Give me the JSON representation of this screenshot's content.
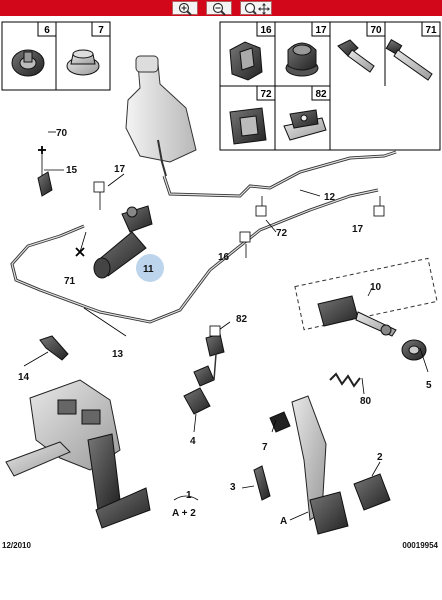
{
  "toolbar": {
    "accent_color": "#d2081a",
    "buttons": [
      {
        "icon": "zoom-in-icon"
      },
      {
        "icon": "zoom-out-icon"
      },
      {
        "icon": "zoom-pan-icon"
      }
    ]
  },
  "inset_left": {
    "labels": [
      "6",
      "7"
    ]
  },
  "inset_right": {
    "labels": [
      "16",
      "17",
      "70",
      "71",
      "72",
      "82"
    ]
  },
  "callouts": {
    "c70": "70",
    "c15": "15",
    "c17a": "17",
    "c12": "12",
    "c17b": "17",
    "c72": "72",
    "c16": "16",
    "c71": "71",
    "c11": "11",
    "c10": "10",
    "c13": "13",
    "c82": "82",
    "c14": "14",
    "c5": "5",
    "c80": "80",
    "c4": "4",
    "c7": "7",
    "c2": "2",
    "c3": "3",
    "cA": "A",
    "c1": "1",
    "cA2": "A + 2"
  },
  "footer": {
    "date": "12/2010",
    "reference": "00019954"
  }
}
